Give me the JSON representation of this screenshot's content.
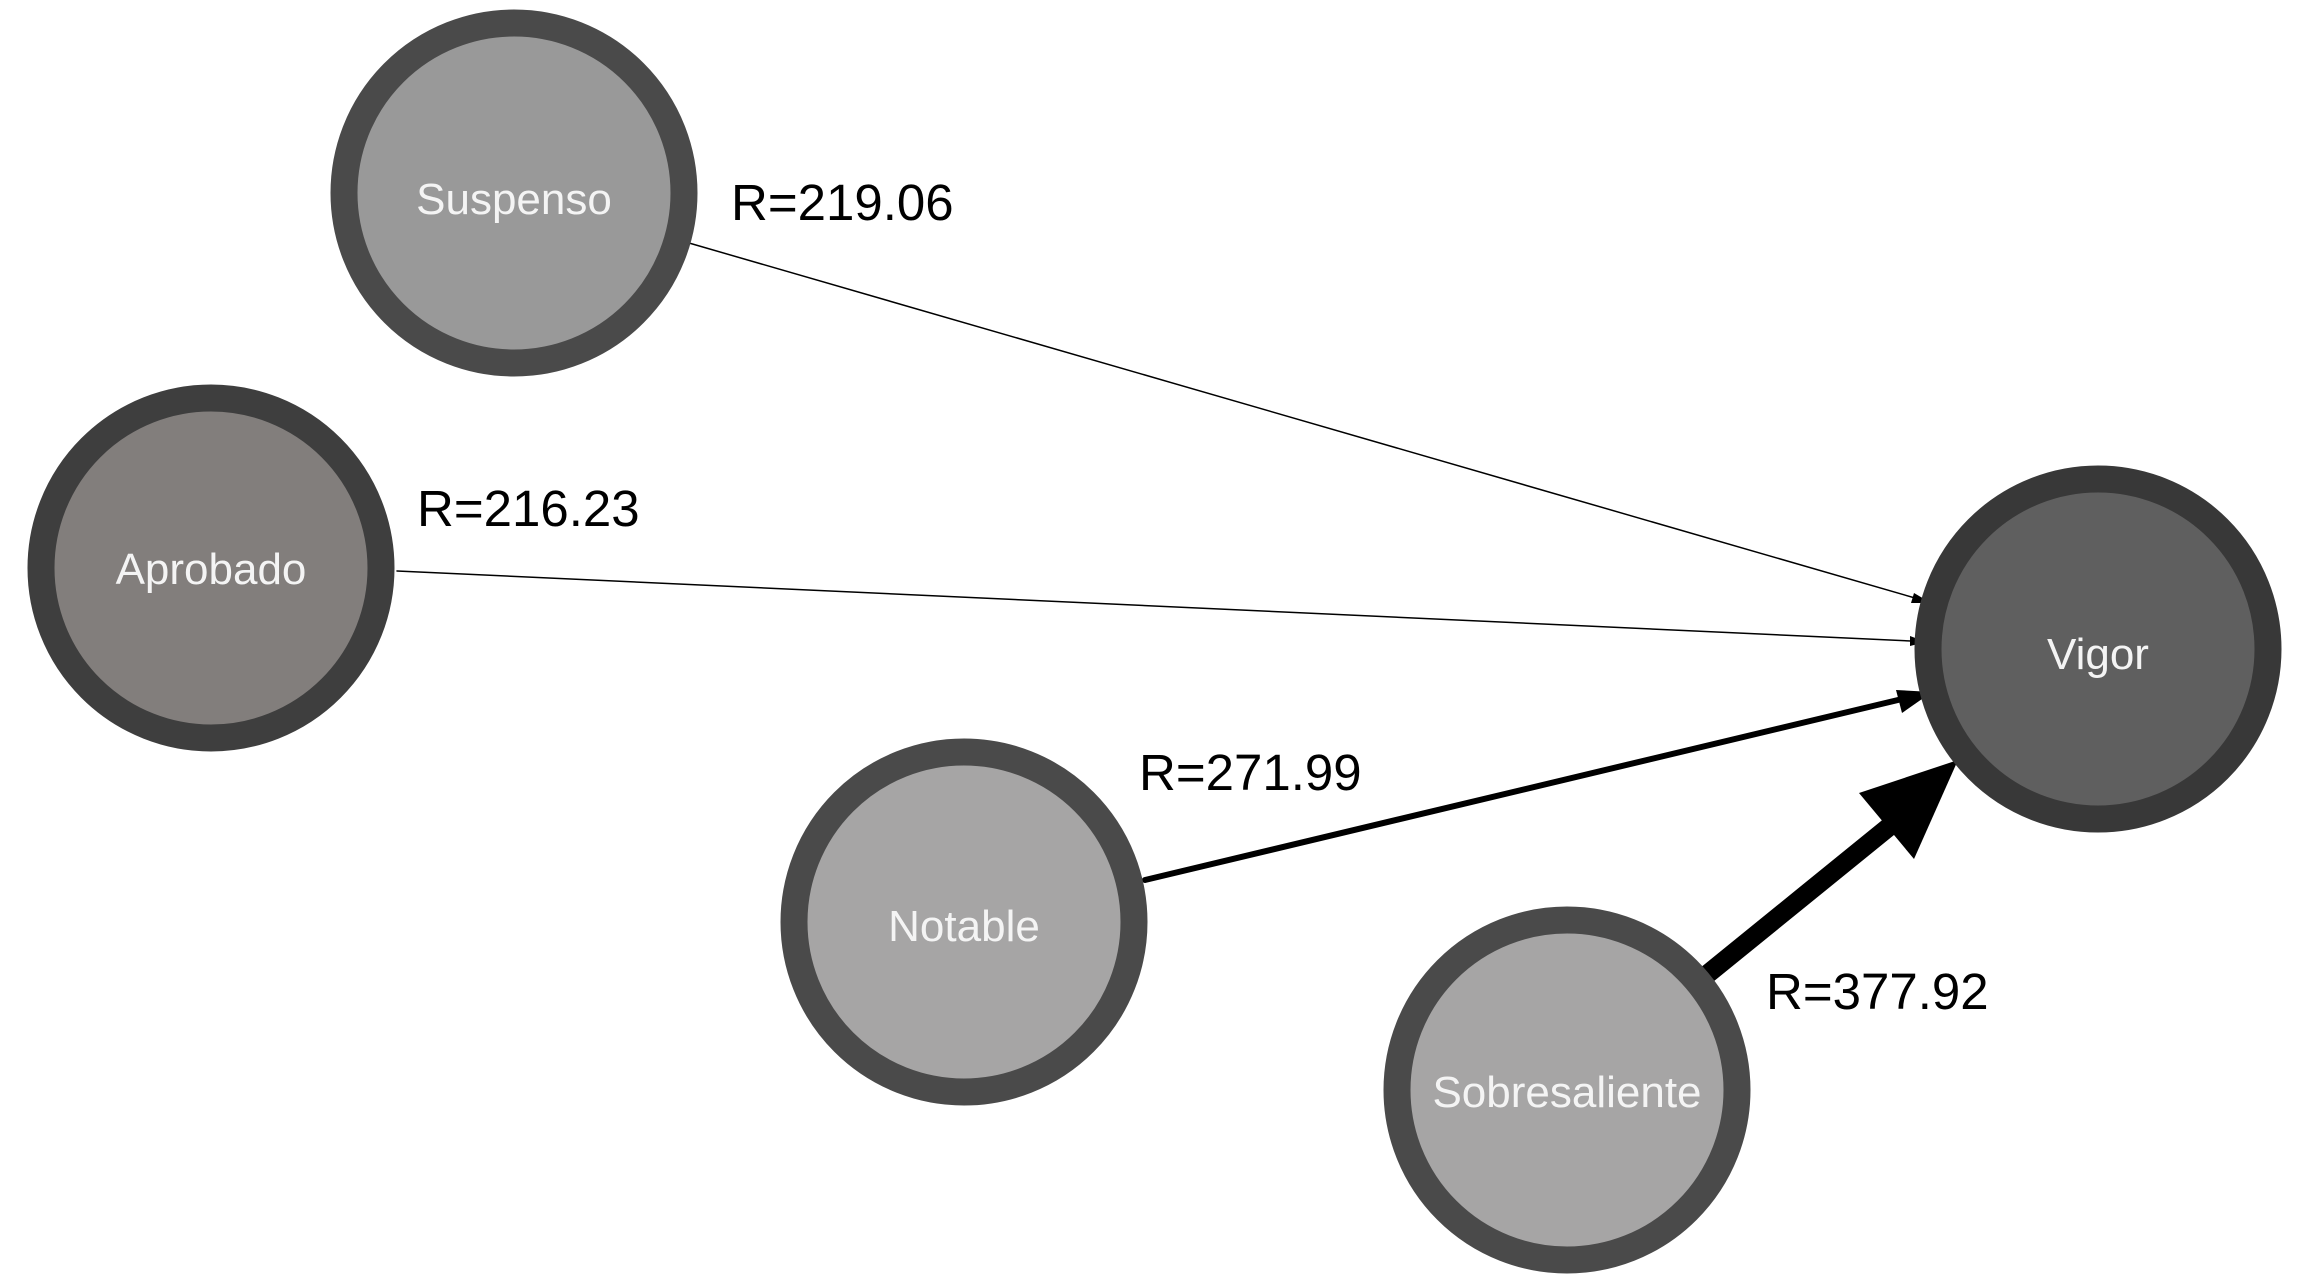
{
  "diagram": {
    "nodes": {
      "suspenso": {
        "label": "Suspenso",
        "fill": "#999999",
        "ring": "#4a4a4a"
      },
      "aprobado": {
        "label": "Aprobado",
        "fill": "#827e7c",
        "ring": "#3e3e3e"
      },
      "notable": {
        "label": "Notable",
        "fill": "#a6a5a5",
        "ring": "#4a4a4a"
      },
      "sobresaliente": {
        "label": "Sobresaliente",
        "fill": "#a6a5a5",
        "ring": "#4a4a4a"
      },
      "vigor": {
        "label": "Vigor",
        "fill": "#5f5f5f",
        "ring": "#383838"
      }
    },
    "edges": [
      {
        "from": "suspenso",
        "to": "vigor",
        "label": "R=219.06"
      },
      {
        "from": "aprobado",
        "to": "vigor",
        "label": "R=216.23"
      },
      {
        "from": "notable",
        "to": "vigor",
        "label": "R=271.99"
      },
      {
        "from": "sobresaliente",
        "to": "vigor",
        "label": "R=377.92"
      }
    ],
    "edge_color": "#000000"
  }
}
